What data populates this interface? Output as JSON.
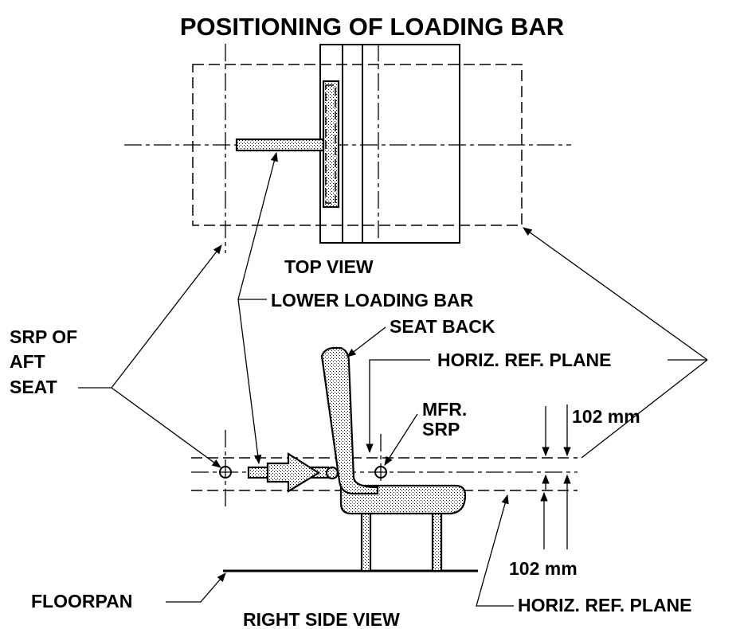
{
  "title": "POSITIONING OF LOADING BAR",
  "labels": {
    "top_view": "TOP VIEW",
    "lower_loading_bar": "LOWER LOADING BAR",
    "seat_back": "SEAT BACK",
    "srp_aft_seat_line1": "SRP OF",
    "srp_aft_seat_line2": "AFT",
    "srp_aft_seat_line3": "SEAT",
    "horiz_ref_plane_upper": "HORIZ. REF. PLANE",
    "mfr_srp_line1": "MFR.",
    "mfr_srp_line2": "SRP",
    "dim_upper": "102 mm",
    "dim_lower": "102 mm",
    "floorpan": "FLOORPAN",
    "horiz_ref_plane_lower": "HORIZ. REF. PLANE",
    "right_side_view": "RIGHT SIDE VIEW"
  },
  "colors": {
    "line": "#000000",
    "background": "#ffffff"
  }
}
